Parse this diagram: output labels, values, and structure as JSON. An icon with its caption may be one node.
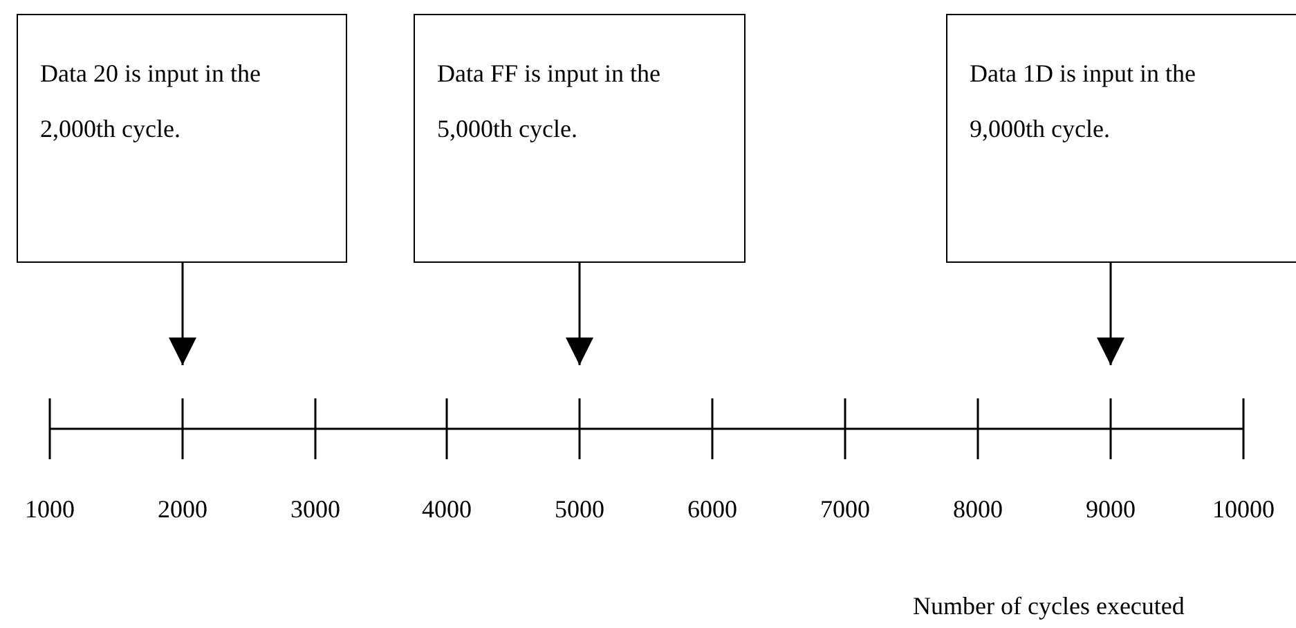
{
  "diagram": {
    "nodes": [
      {
        "text": [
          "Data 20 is input in the 2,000th cycle."
        ]
      },
      {
        "text": [
          "Data FF is input in the 5,000th cycle."
        ]
      },
      {
        "text": [
          "Data 1D is input in the 9,000th cycle."
        ]
      }
    ],
    "edges": [
      {
        "from": 0,
        "to": null,
        "arrow": "to"
      },
      {
        "from": 1,
        "to": null,
        "arrow": "to"
      },
      {
        "from": 2,
        "to": null,
        "arrow": "to"
      }
    ],
    "labels": [
      "1000",
      "2000",
      "3000",
      "4000",
      "5000",
      "6000",
      "7000",
      "8000",
      "9000",
      "10000",
      "Number of cycles executed"
    ]
  }
}
